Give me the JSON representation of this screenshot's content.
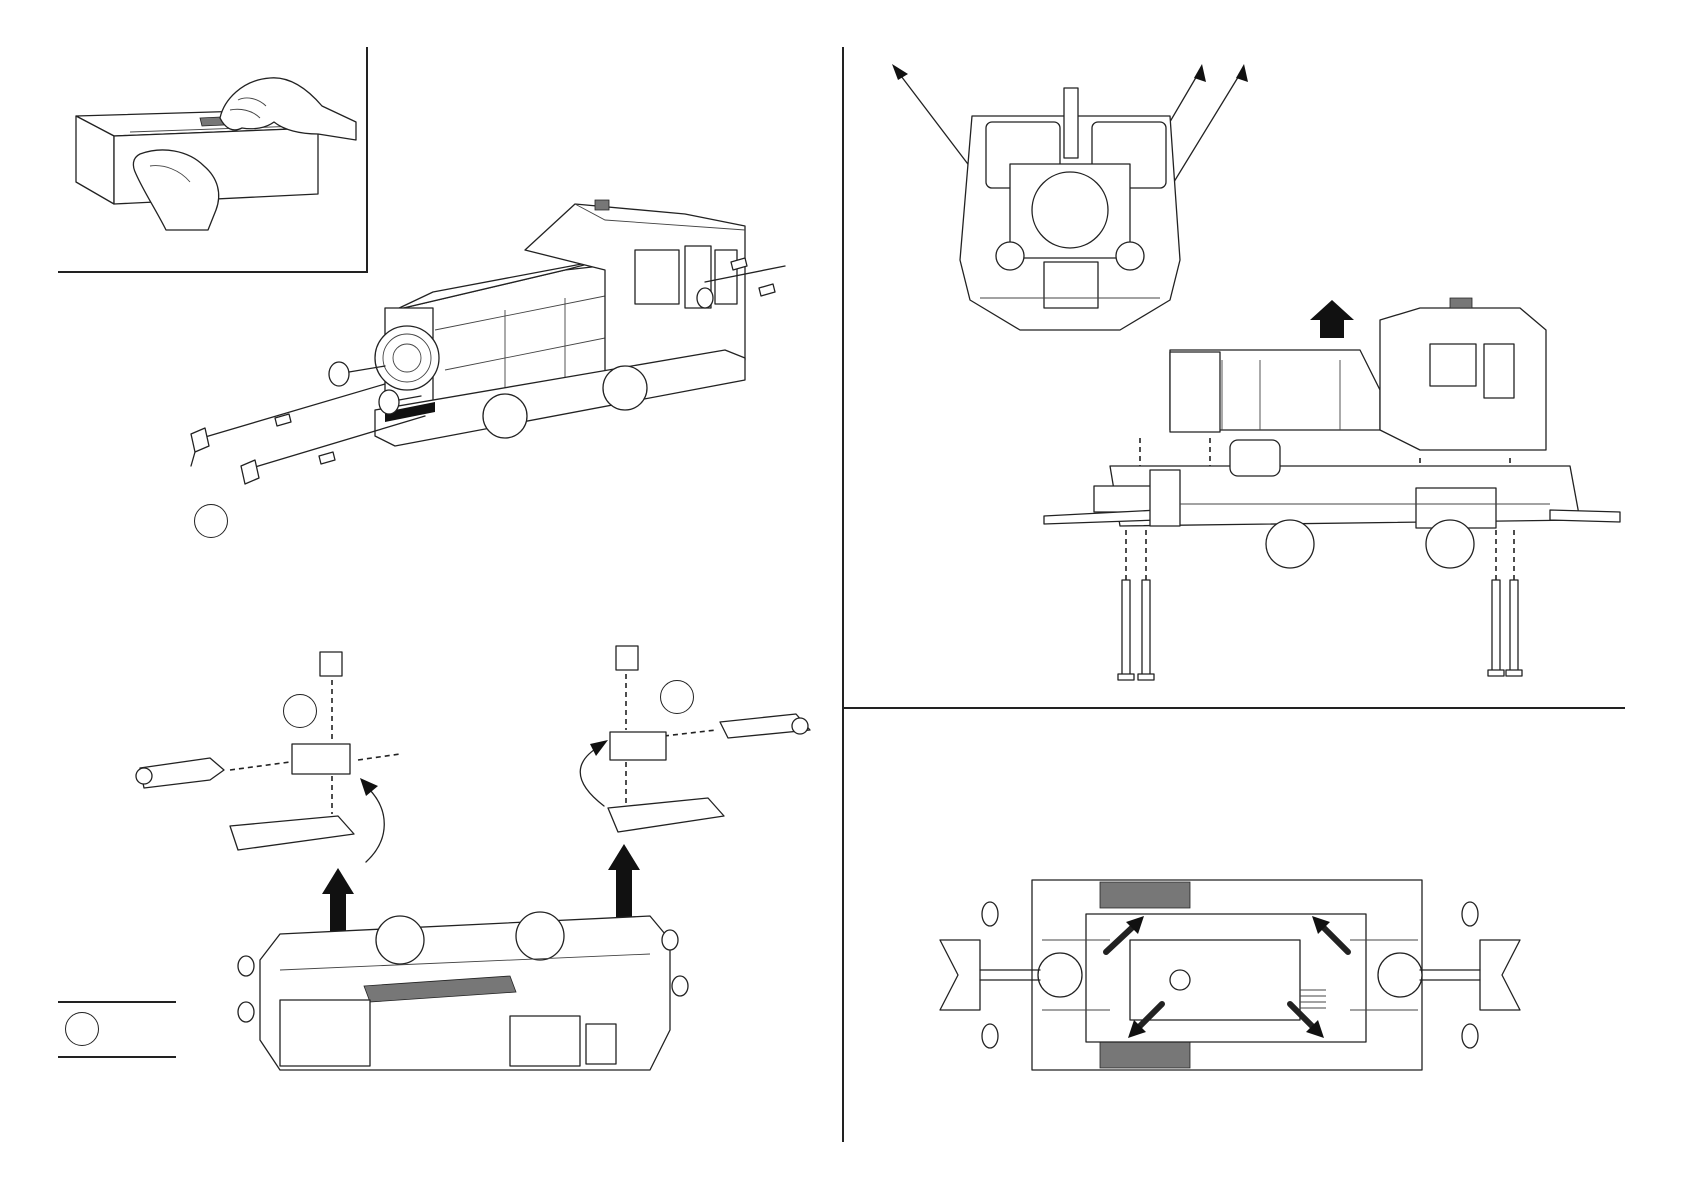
{
  "page": {
    "panels": [
      {
        "id": "panel-buffer-coupler-parts"
      },
      {
        "id": "panel-body-removal"
      },
      {
        "id": "panel-coupler-assembly"
      },
      {
        "id": "panel-underside-view"
      }
    ],
    "callouts": {
      "left_marker": "",
      "right_marker": "",
      "accessory_marker": "",
      "legend_marker": ""
    },
    "icons": [
      "hand-icon",
      "arrow-up-icon",
      "arrow-diagonal-icon",
      "screw-icon",
      "clip-icon",
      "coupler-icon",
      "wheel-icon"
    ],
    "colors": {
      "line": "#222222",
      "background": "#ffffff",
      "arrow": "#111111"
    }
  }
}
